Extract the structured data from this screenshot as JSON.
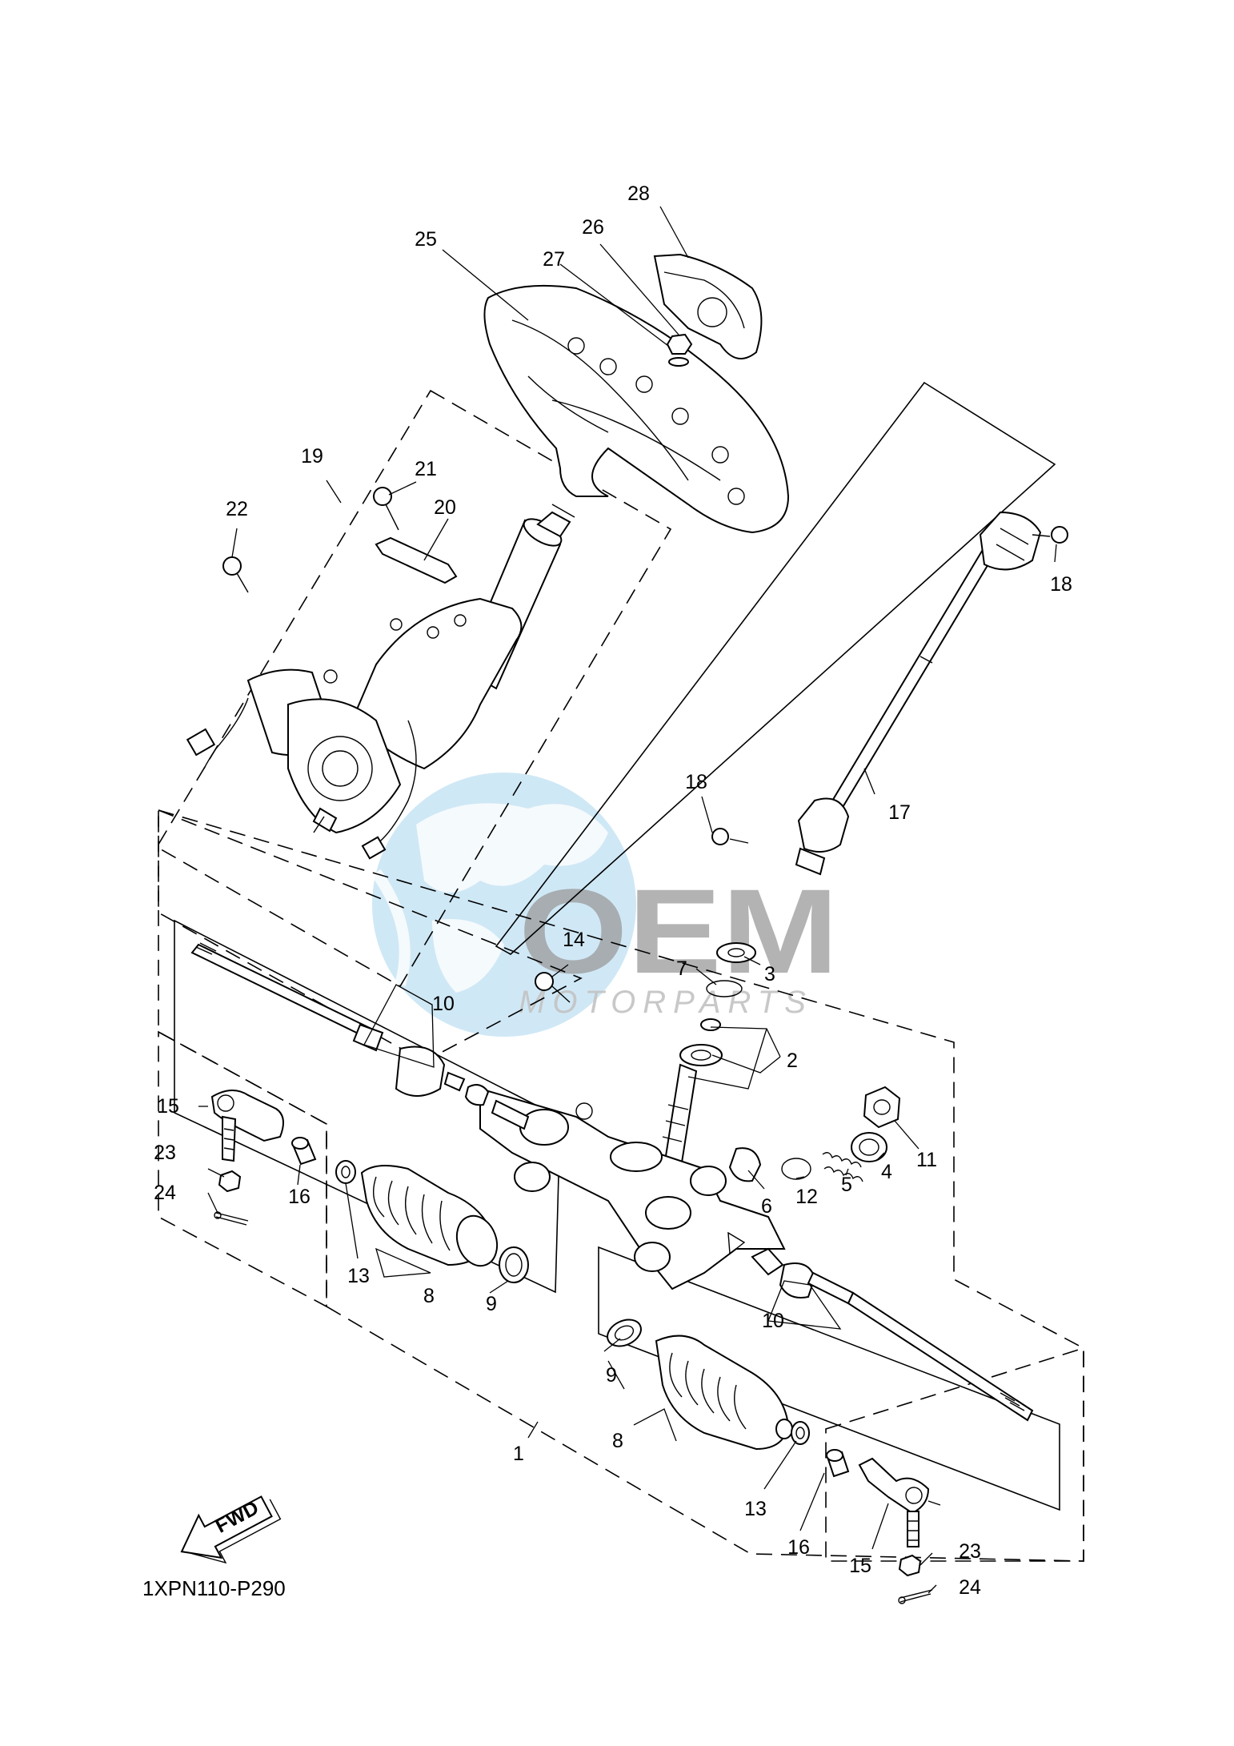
{
  "diagram_code": "1XPN110-P290",
  "fwd_label": "FWD",
  "watermark": {
    "brand": "OEM",
    "sub": "MOTORPARTS"
  },
  "callouts": [
    {
      "id": "1",
      "text": "1"
    },
    {
      "id": "2",
      "text": "2"
    },
    {
      "id": "3",
      "text": "3"
    },
    {
      "id": "4",
      "text": "4"
    },
    {
      "id": "5",
      "text": "5"
    },
    {
      "id": "6",
      "text": "6"
    },
    {
      "id": "7",
      "text": "7"
    },
    {
      "id": "8a",
      "text": "8"
    },
    {
      "id": "8b",
      "text": "8"
    },
    {
      "id": "9a",
      "text": "9"
    },
    {
      "id": "9b",
      "text": "9"
    },
    {
      "id": "10a",
      "text": "10"
    },
    {
      "id": "10b",
      "text": "10"
    },
    {
      "id": "11",
      "text": "11"
    },
    {
      "id": "12",
      "text": "12"
    },
    {
      "id": "13a",
      "text": "13"
    },
    {
      "id": "13b",
      "text": "13"
    },
    {
      "id": "14",
      "text": "14"
    },
    {
      "id": "15a",
      "text": "15"
    },
    {
      "id": "15b",
      "text": "15"
    },
    {
      "id": "16a",
      "text": "16"
    },
    {
      "id": "16b",
      "text": "16"
    },
    {
      "id": "17",
      "text": "17"
    },
    {
      "id": "18a",
      "text": "18"
    },
    {
      "id": "18b",
      "text": "18"
    },
    {
      "id": "19",
      "text": "19"
    },
    {
      "id": "20",
      "text": "20"
    },
    {
      "id": "21",
      "text": "21"
    },
    {
      "id": "22",
      "text": "22"
    },
    {
      "id": "23a",
      "text": "23"
    },
    {
      "id": "23b",
      "text": "23"
    },
    {
      "id": "24a",
      "text": "24"
    },
    {
      "id": "24b",
      "text": "24"
    },
    {
      "id": "25",
      "text": "25"
    },
    {
      "id": "26",
      "text": "26"
    },
    {
      "id": "27",
      "text": "27"
    },
    {
      "id": "28",
      "text": "28"
    }
  ]
}
